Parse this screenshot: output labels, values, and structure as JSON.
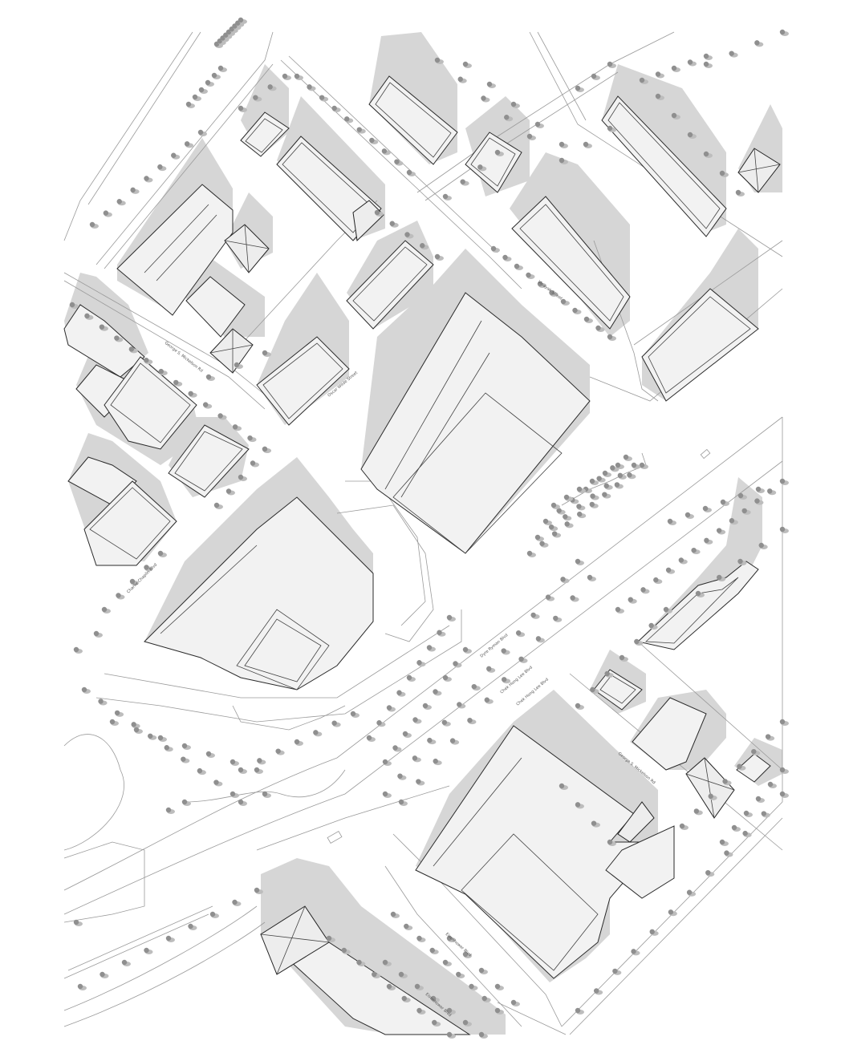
{
  "map": {
    "street_labels": [
      {
        "text": "George S. Mickelson Rd",
        "name": "street-label-mickelson-nw"
      },
      {
        "text": "Oscar Wilde Street",
        "name": "street-label-oscar-wilde"
      },
      {
        "text": "Vinayak Street",
        "name": "street-label-vinayak"
      },
      {
        "text": "Charlie Chaplin Blvd",
        "name": "street-label-chaplin"
      },
      {
        "text": "Dyre Ryman Blvd",
        "name": "street-label-ryman"
      },
      {
        "text": "Chek Hong Lee Blvd",
        "name": "street-label-lee-1"
      },
      {
        "text": "Chek Hong Lee Blvd",
        "name": "street-label-lee-2"
      },
      {
        "text": "George S. Mickelson Rd",
        "name": "street-label-mickelson-se"
      },
      {
        "text": "Eisenhower Blvd",
        "name": "street-label-eisenhower-1"
      },
      {
        "text": "Eisenhower Blvd",
        "name": "street-label-eisenhower-2"
      }
    ],
    "colors": {
      "background": "#ffffff",
      "building_shadow": "#d6d6d6",
      "building_fill": "#f2f2f2",
      "outline": "#2a2a2a",
      "road_line": "#9a9a9a",
      "tree": "#8f8f8f"
    }
  }
}
